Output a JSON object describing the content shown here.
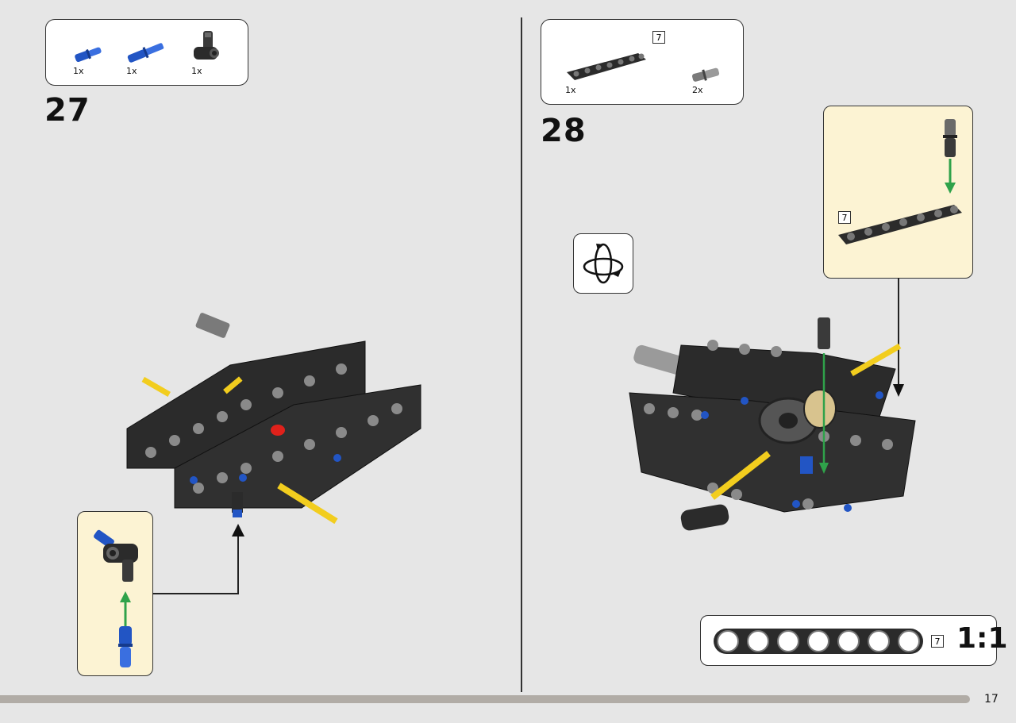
{
  "step27": {
    "number": "27",
    "parts": [
      {
        "qty": "1x",
        "icon": "blue-pin-icon"
      },
      {
        "qty": "1x",
        "icon": "blue-axle-pin-icon"
      },
      {
        "qty": "1x",
        "icon": "angle-connector-icon"
      }
    ]
  },
  "step28": {
    "number": "28",
    "parts": [
      {
        "qty": "1x",
        "icon": "beam-7-icon",
        "length": "7"
      },
      {
        "qty": "2x",
        "icon": "grey-connector-icon"
      }
    ],
    "callout_length": "7",
    "ruler_length": "7",
    "scale": "1:1"
  },
  "page_number": "17",
  "colors": {
    "background": "#e6e6e6",
    "callout": "#fcf3d3",
    "technic_blue": "#2255c4",
    "technic_yellow": "#f2cd1e",
    "technic_black": "#2b2b2b",
    "green_arrow": "#2fa24a"
  }
}
